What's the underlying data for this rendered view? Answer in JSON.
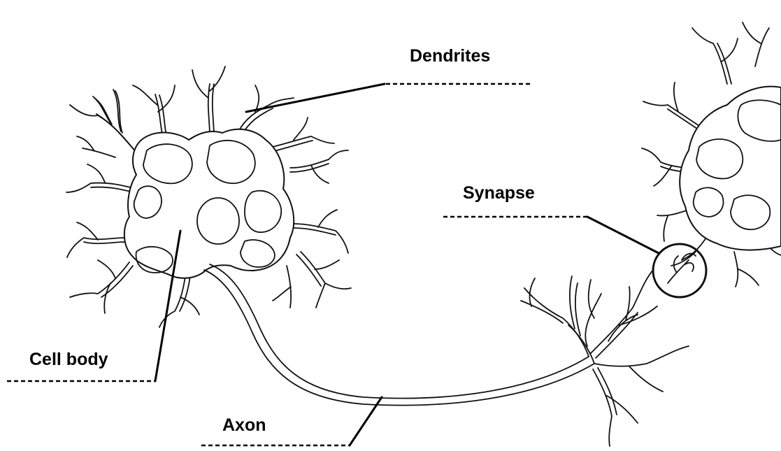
{
  "labels": {
    "dendrites": "Dendrites",
    "synapse": "Synapse",
    "cell_body": "Cell body",
    "axon": "Axon"
  }
}
